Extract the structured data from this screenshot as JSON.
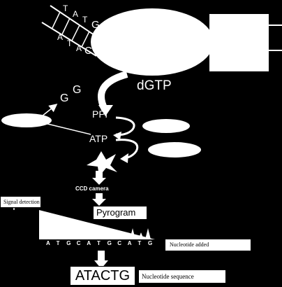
{
  "dna": {
    "top_strand": [
      "T",
      "A",
      "T",
      "G"
    ],
    "bottom_strand": [
      "A",
      "T",
      "A",
      "C"
    ]
  },
  "labels": {
    "dgtp": "dGTP",
    "g1": "G",
    "g2": "G",
    "ppi": "PPi",
    "atp": "ATP",
    "ccd_camera": "CCD camera",
    "pyrogram": "Pyrogram",
    "signal_detection": "Signal detection",
    "nucleotide_added": "Nucleotide added",
    "nucleotide_sequence": "Nucleotide sequence",
    "sequence": "ATACTG"
  },
  "pyrogram_axis": [
    "A",
    "T",
    "G",
    "C",
    "A",
    "T",
    "G",
    "C",
    "A",
    "T",
    "G"
  ],
  "colors": {
    "background": "#000000",
    "foreground": "#ffffff"
  }
}
